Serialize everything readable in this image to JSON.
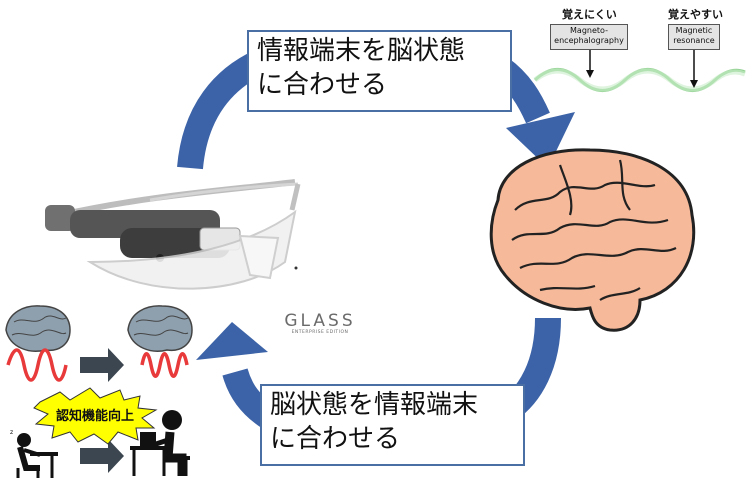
{
  "top_box": {
    "line1": "情報端末を脳状態",
    "line2": "に合わせる"
  },
  "bottom_box": {
    "line1": "脳状態を情報端末",
    "line2": "に合わせる"
  },
  "memory": {
    "hard_label": "覚えにくい",
    "easy_label": "覚えやすい",
    "hard_tag_line1": "Magneto-",
    "hard_tag_line2": "encephalography",
    "easy_tag_line1": "Magnetic",
    "easy_tag_line2": "resonance"
  },
  "logo": {
    "brand": "GLASS",
    "edition": "ENTERPRISE EDITION"
  },
  "burst_text": "認知機能向上",
  "colors": {
    "arrow_blue": "#3c63a7",
    "box_border": "#4a6fa5",
    "wave_red": "#e83a3a",
    "wave_green": "#8fcf8f",
    "brain_fill": "#f6b99a",
    "burst_yellow": "#ffff00"
  }
}
